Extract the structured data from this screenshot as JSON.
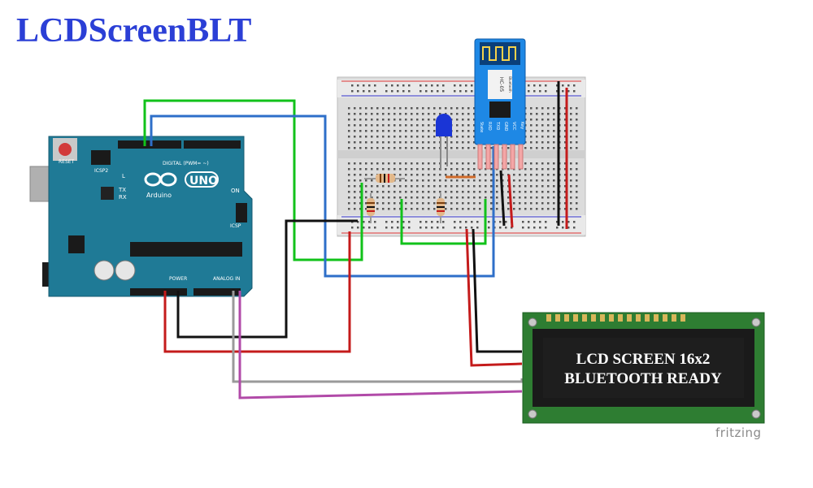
{
  "title": "LCDScreenBLT",
  "brand": "fritzing",
  "arduino": {
    "reset_label": "RESET",
    "icsp2_label": "ICSP2",
    "logo_text": "UNO",
    "sub_logo": "Arduino",
    "digital_label": "DIGITAL (PWM= ~)",
    "on_label": "ON",
    "l_label": "L",
    "tx_label": "TX",
    "rx_label": "RX",
    "icsp_label": "ICSP",
    "power_label": "POWER",
    "analog_label": "ANALOG IN"
  },
  "bluetooth": {
    "model": "HC-05",
    "sub": "Bluetooth",
    "pins": [
      "State",
      "RXD",
      "TXD",
      "GND",
      "VCC",
      "Key"
    ]
  },
  "lcd": {
    "line1": "LCD SCREEN 16x2",
    "line2": "BLUETOOTH READY"
  },
  "colors": {
    "title": "#2b3fd6",
    "arduino_board": "#1f7a96",
    "wire_green": "#11c21a",
    "wire_blue": "#2e6fc9",
    "wire_red": "#c41b1b",
    "wire_black": "#111111",
    "wire_grey": "#9a9a9a",
    "wire_purple": "#b14aa8",
    "lcd_board": "#2e7d32",
    "bt_board": "#1e88e5",
    "led": "#1a35d6"
  }
}
